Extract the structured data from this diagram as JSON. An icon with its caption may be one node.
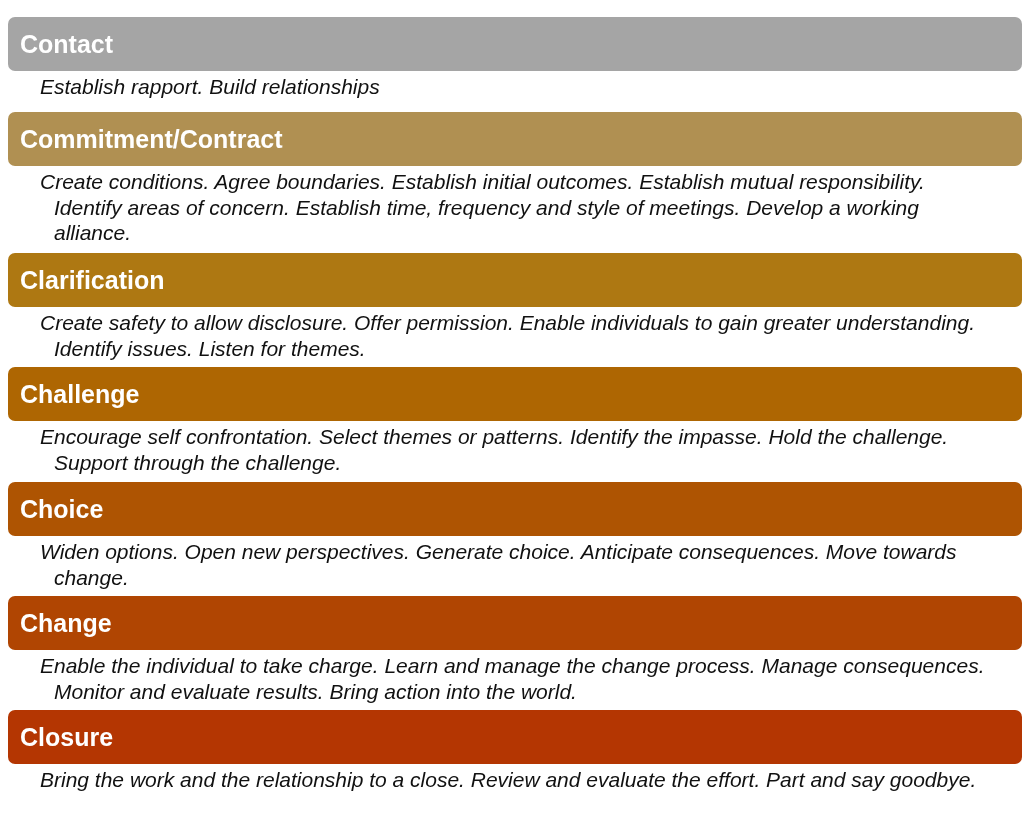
{
  "diagram": {
    "nodes": [
      {
        "text": [
          "Contact"
        ],
        "beside": [
          "Establish rapport. Build relationships"
        ]
      },
      {
        "text": [
          "Commitment/Contract"
        ],
        "beside": [
          "Create conditions. Agree boundaries. Establish initial outcomes. Establish mutual responsibility. Identify areas of concern. Establish time, frequency and style of meetings. Develop a working alliance."
        ]
      },
      {
        "text": [
          "Clarification"
        ],
        "beside": [
          "Create safety to allow disclosure. Offer permission. Enable individuals to gain greater understanding. Identify issues. Listen for themes."
        ]
      },
      {
        "text": [
          "Challenge"
        ],
        "beside": [
          "Encourage self confrontation. Select themes or patterns. Identify the impasse. Hold the challenge. Support through the challenge."
        ]
      },
      {
        "text": [
          "Choice"
        ],
        "beside": [
          "Widen options. Open new perspectives. Generate choice. Anticipate consequences. Move towards change."
        ]
      },
      {
        "text": [
          "Change"
        ],
        "beside": [
          "Enable the individual to take charge. Learn and manage the change process. Manage consequences. Monitor and evaluate results. Bring action into the world."
        ]
      },
      {
        "text": [
          "Closure"
        ],
        "beside": [
          "Bring the work and the relationship to a close. Review and evaluate the effort. Part and say goodbye."
        ]
      }
    ],
    "edges": []
  }
}
